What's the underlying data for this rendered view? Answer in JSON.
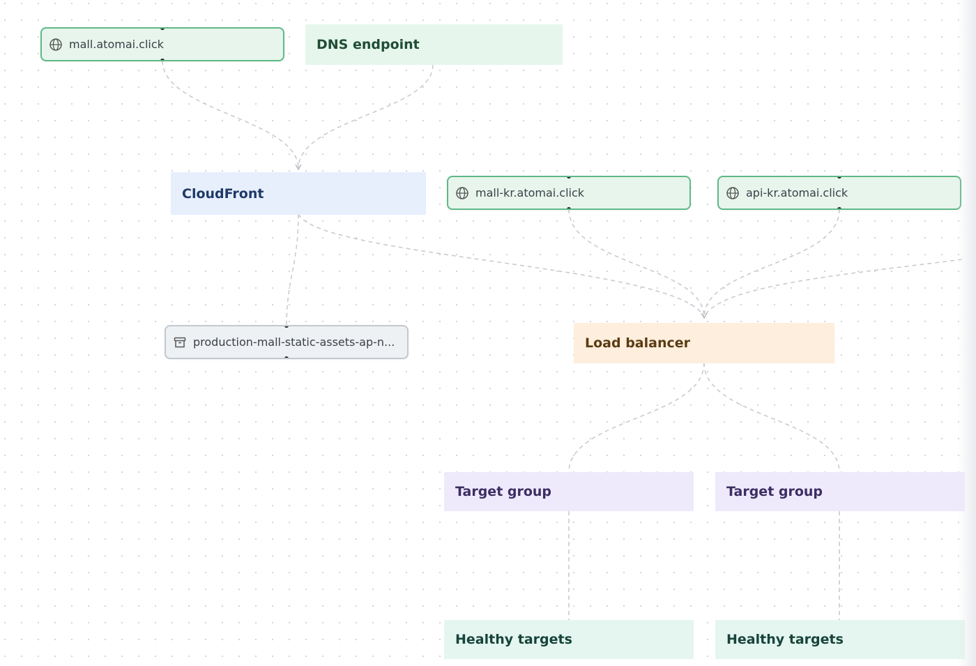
{
  "resources": {
    "dns_mall": {
      "label": "mall.atomai.click",
      "icon": "globe-icon",
      "border_color": "#5fb887",
      "fill_color": "#e7f5ec"
    },
    "dns_mall_kr": {
      "label": "mall-kr.atomai.click",
      "icon": "globe-icon",
      "border_color": "#5fb887",
      "fill_color": "#e7f5ec"
    },
    "dns_api_kr": {
      "label": "api-kr.atomai.click",
      "icon": "globe-icon",
      "border_color": "#5fb887",
      "fill_color": "#e7f5ec"
    },
    "s3_bucket": {
      "label": "production-mall-static-assets-ap-n...",
      "icon": "bucket-icon",
      "border_color": "#c3c8cf",
      "fill_color": "#eef1f4"
    }
  },
  "groups": {
    "dns_endpoint": {
      "label": "DNS endpoint",
      "fill_color": "#e6f6ec",
      "text_color": "#1f4d33"
    },
    "cloudfront": {
      "label": "CloudFront",
      "fill_color": "#e7effd",
      "text_color": "#1e3a66"
    },
    "load_balancer": {
      "label": "Load balancer",
      "fill_color": "#fdeedd",
      "text_color": "#5a3b12"
    },
    "target_group_1": {
      "label": "Target group",
      "fill_color": "#efe9fc",
      "text_color": "#3b2e63"
    },
    "target_group_2": {
      "label": "Target group",
      "fill_color": "#efe9fc",
      "text_color": "#3b2e63"
    },
    "healthy_targets_1": {
      "label": "Healthy targets",
      "fill_color": "#e4f6ef",
      "text_color": "#17443a"
    },
    "healthy_targets_2": {
      "label": "Healthy targets",
      "fill_color": "#e4f6ef",
      "text_color": "#17443a"
    }
  },
  "edge_color": "#c7cbd1"
}
